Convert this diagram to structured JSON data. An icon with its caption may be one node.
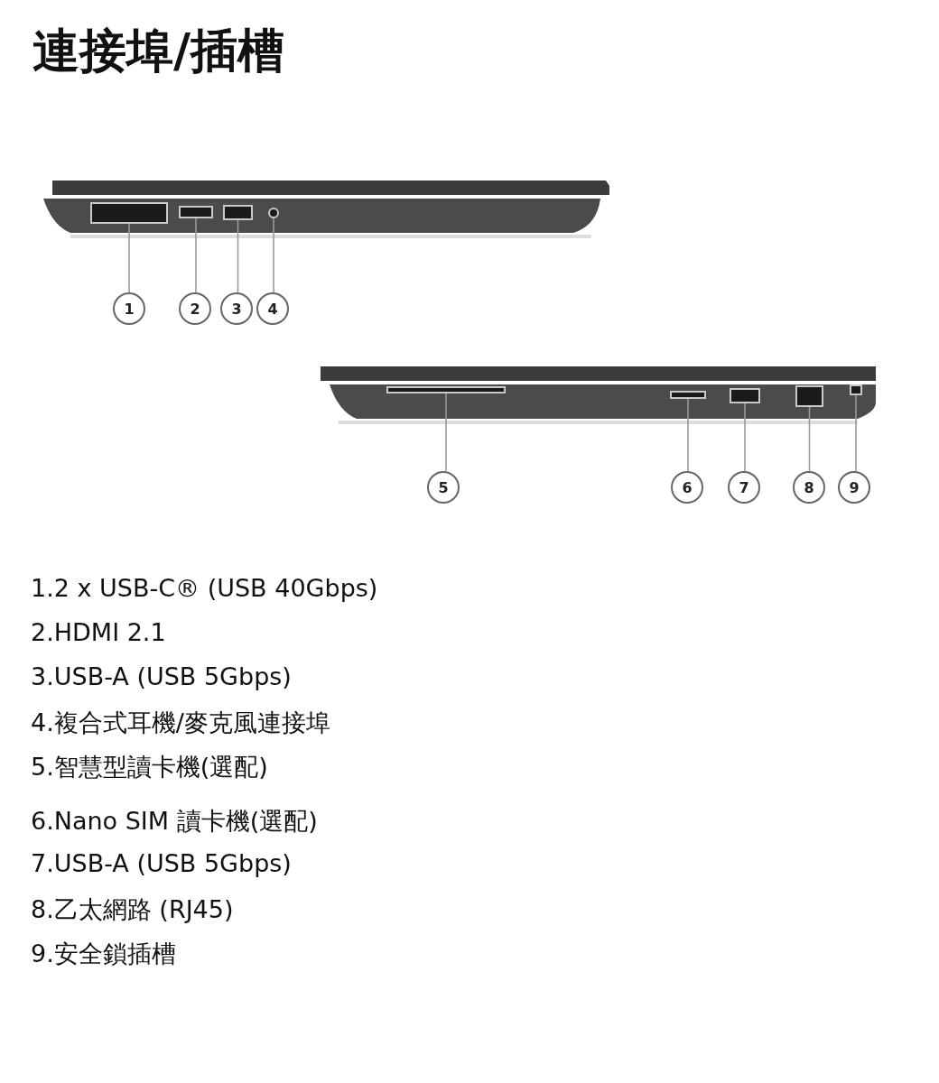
{
  "diagram": {
    "title": "連接埠/插槽",
    "nodes": [
      {
        "text": [
          "1"
        ]
      },
      {
        "text": [
          "2"
        ]
      },
      {
        "text": [
          "3"
        ]
      },
      {
        "text": [
          "4"
        ]
      },
      {
        "text": [
          "5"
        ]
      },
      {
        "text": [
          "6"
        ]
      },
      {
        "text": [
          "7"
        ]
      },
      {
        "text": [
          "8"
        ]
      },
      {
        "text": [
          "9"
        ]
      },
      {
        "text": [],
        "shape": "box"
      },
      {
        "text": [],
        "shape": "box"
      },
      {
        "text": [],
        "shape": "box"
      },
      {
        "text": [],
        "shape": "circle"
      },
      {
        "text": [],
        "shape": "box"
      },
      {
        "text": [],
        "shape": "box"
      },
      {
        "text": [],
        "shape": "box"
      },
      {
        "text": [],
        "shape": "box"
      },
      {
        "text": [],
        "shape": "box"
      }
    ],
    "edges": [
      {
        "from": 0,
        "to": 9,
        "arrow": "none"
      },
      {
        "from": 1,
        "to": 10,
        "arrow": "none"
      },
      {
        "from": 2,
        "to": 11,
        "arrow": "none"
      },
      {
        "from": 3,
        "to": 12,
        "arrow": "none"
      },
      {
        "from": 4,
        "to": 13,
        "arrow": "none"
      },
      {
        "from": 5,
        "to": 14,
        "arrow": "none"
      },
      {
        "from": 6,
        "to": 15,
        "arrow": "none"
      },
      {
        "from": 7,
        "to": 16,
        "arrow": "none"
      },
      {
        "from": 8,
        "to": 17,
        "arrow": "none"
      }
    ],
    "labels": [
      "1.2 x USB-C® (USB 40Gbps)",
      "2.HDMI 2.1",
      "3.USB-A (USB 5Gbps)",
      "4.複合式耳機/麥克風連接埠",
      "5.智慧型讀卡機(選配)",
      "6.Nano SIM 讀卡機(選配)",
      "7.USB-A (USB 5Gbps)",
      "8.乙太網路 (RJ45)",
      "9.安全鎖插槽"
    ]
  }
}
